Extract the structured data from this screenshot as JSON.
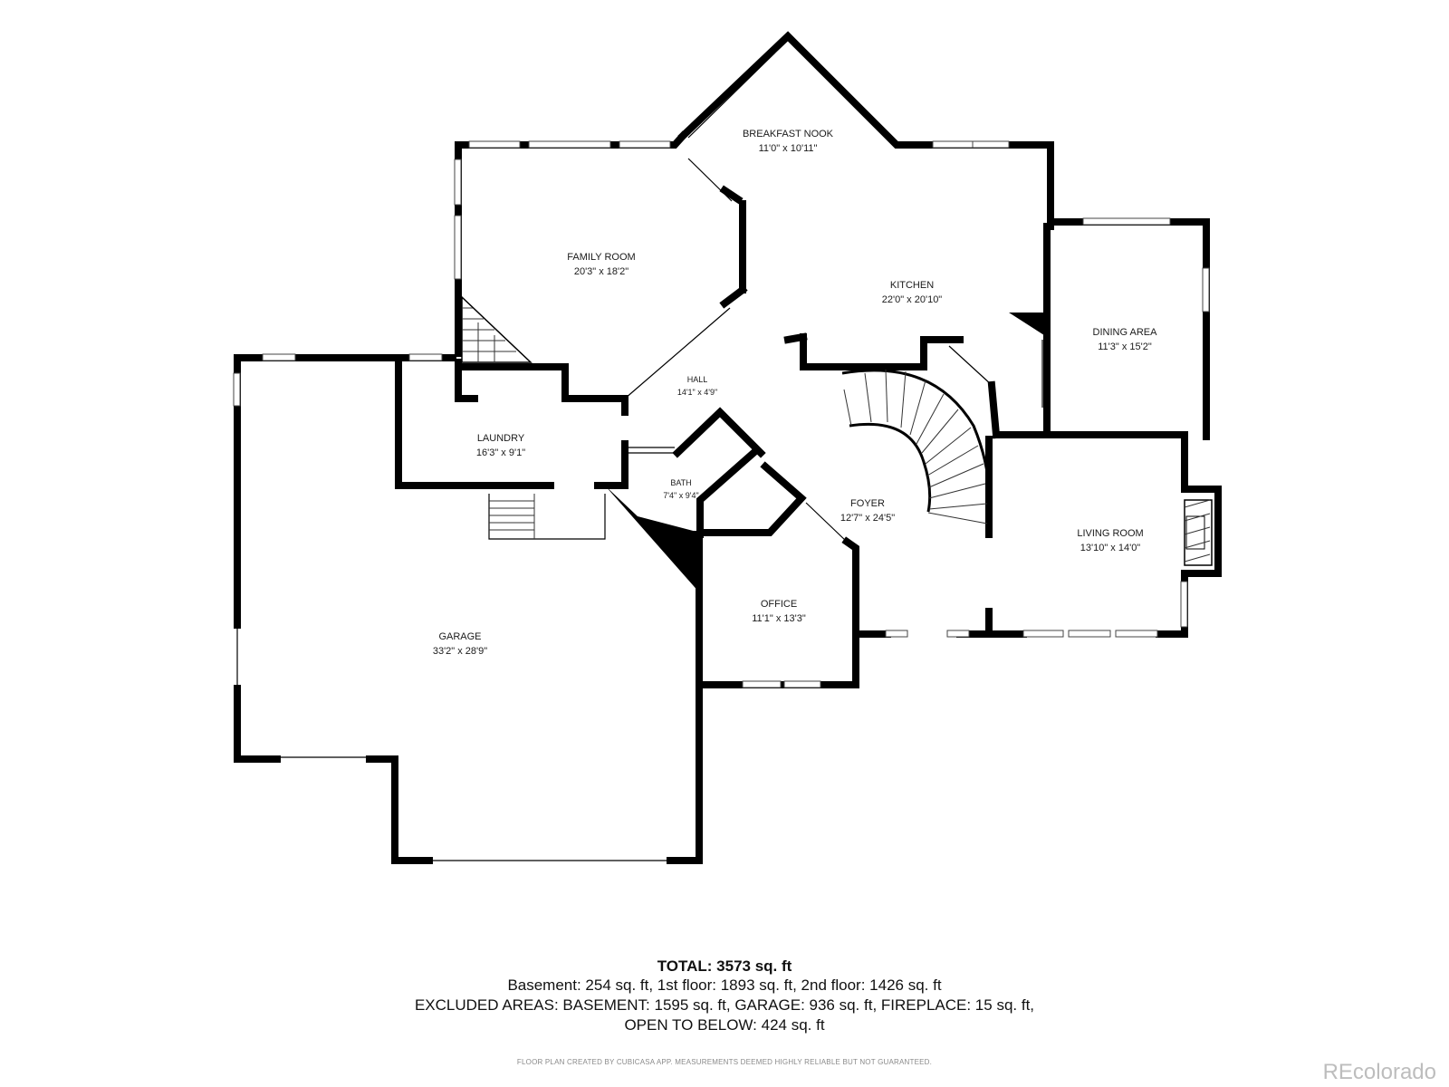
{
  "rooms": {
    "breakfast_nook": {
      "name": "BREAKFAST NOOK",
      "dim": "11'0\" x 10'11\""
    },
    "family_room": {
      "name": "FAMILY ROOM",
      "dim": "20'3\" x 18'2\""
    },
    "kitchen": {
      "name": "KITCHEN",
      "dim": "22'0\" x 20'10\""
    },
    "dining_area": {
      "name": "DINING AREA",
      "dim": "11'3\" x 15'2\""
    },
    "hall": {
      "name": "HALL",
      "dim": "14'1\" x 4'9\""
    },
    "laundry": {
      "name": "LAUNDRY",
      "dim": "16'3\" x 9'1\""
    },
    "bath": {
      "name": "BATH",
      "dim": "7'4\" x 9'4\""
    },
    "foyer": {
      "name": "FOYER",
      "dim": "12'7\" x 24'5\""
    },
    "living_room": {
      "name": "LIVING ROOM",
      "dim": "13'10\" x 14'0\""
    },
    "office": {
      "name": "OFFICE",
      "dim": "11'1\" x 13'3\""
    },
    "garage": {
      "name": "GARAGE",
      "dim": "33'2\" x 28'9\""
    }
  },
  "summary": {
    "total": "TOTAL: 3573 sq. ft",
    "line1": "Basement: 254 sq. ft, 1st floor: 1893 sq. ft, 2nd floor: 1426 sq. ft",
    "line2": "EXCLUDED AREAS: BASEMENT: 1595 sq. ft, GARAGE: 936 sq. ft, FIREPLACE: 15 sq. ft,",
    "line3": "OPEN TO BELOW: 424 sq. ft"
  },
  "disclaimer": "FLOOR PLAN CREATED BY CUBICASA APP. MEASUREMENTS DEEMED HIGHLY RELIABLE BUT NOT GUARANTEED.",
  "watermark": "REcolorado"
}
